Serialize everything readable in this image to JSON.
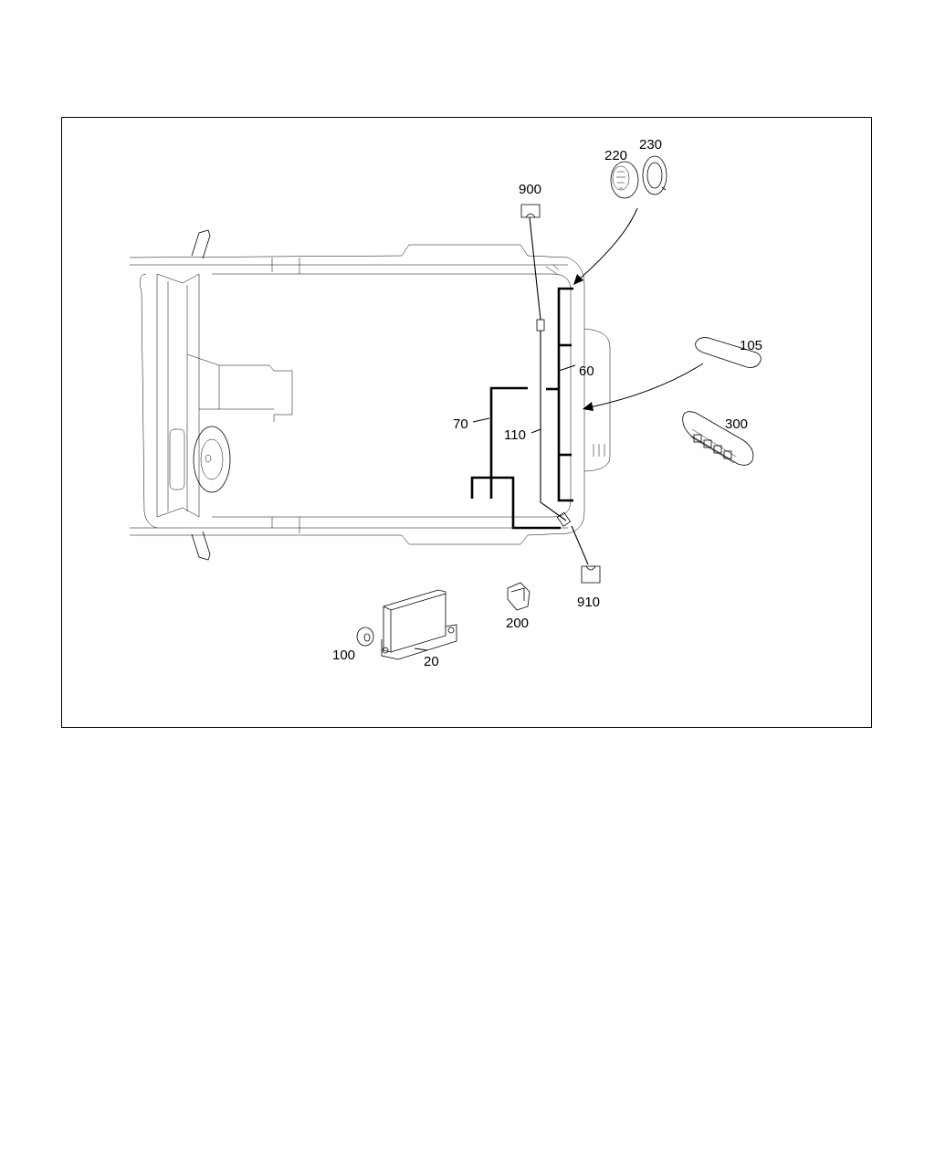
{
  "diagram": {
    "labels": {
      "p20": "20",
      "p60": "60",
      "p70": "70",
      "p100": "100",
      "p105": "105",
      "p110": "110",
      "p200": "200",
      "p220": "220",
      "p230": "230",
      "p300": "300",
      "p900": "900",
      "p910": "910"
    }
  }
}
